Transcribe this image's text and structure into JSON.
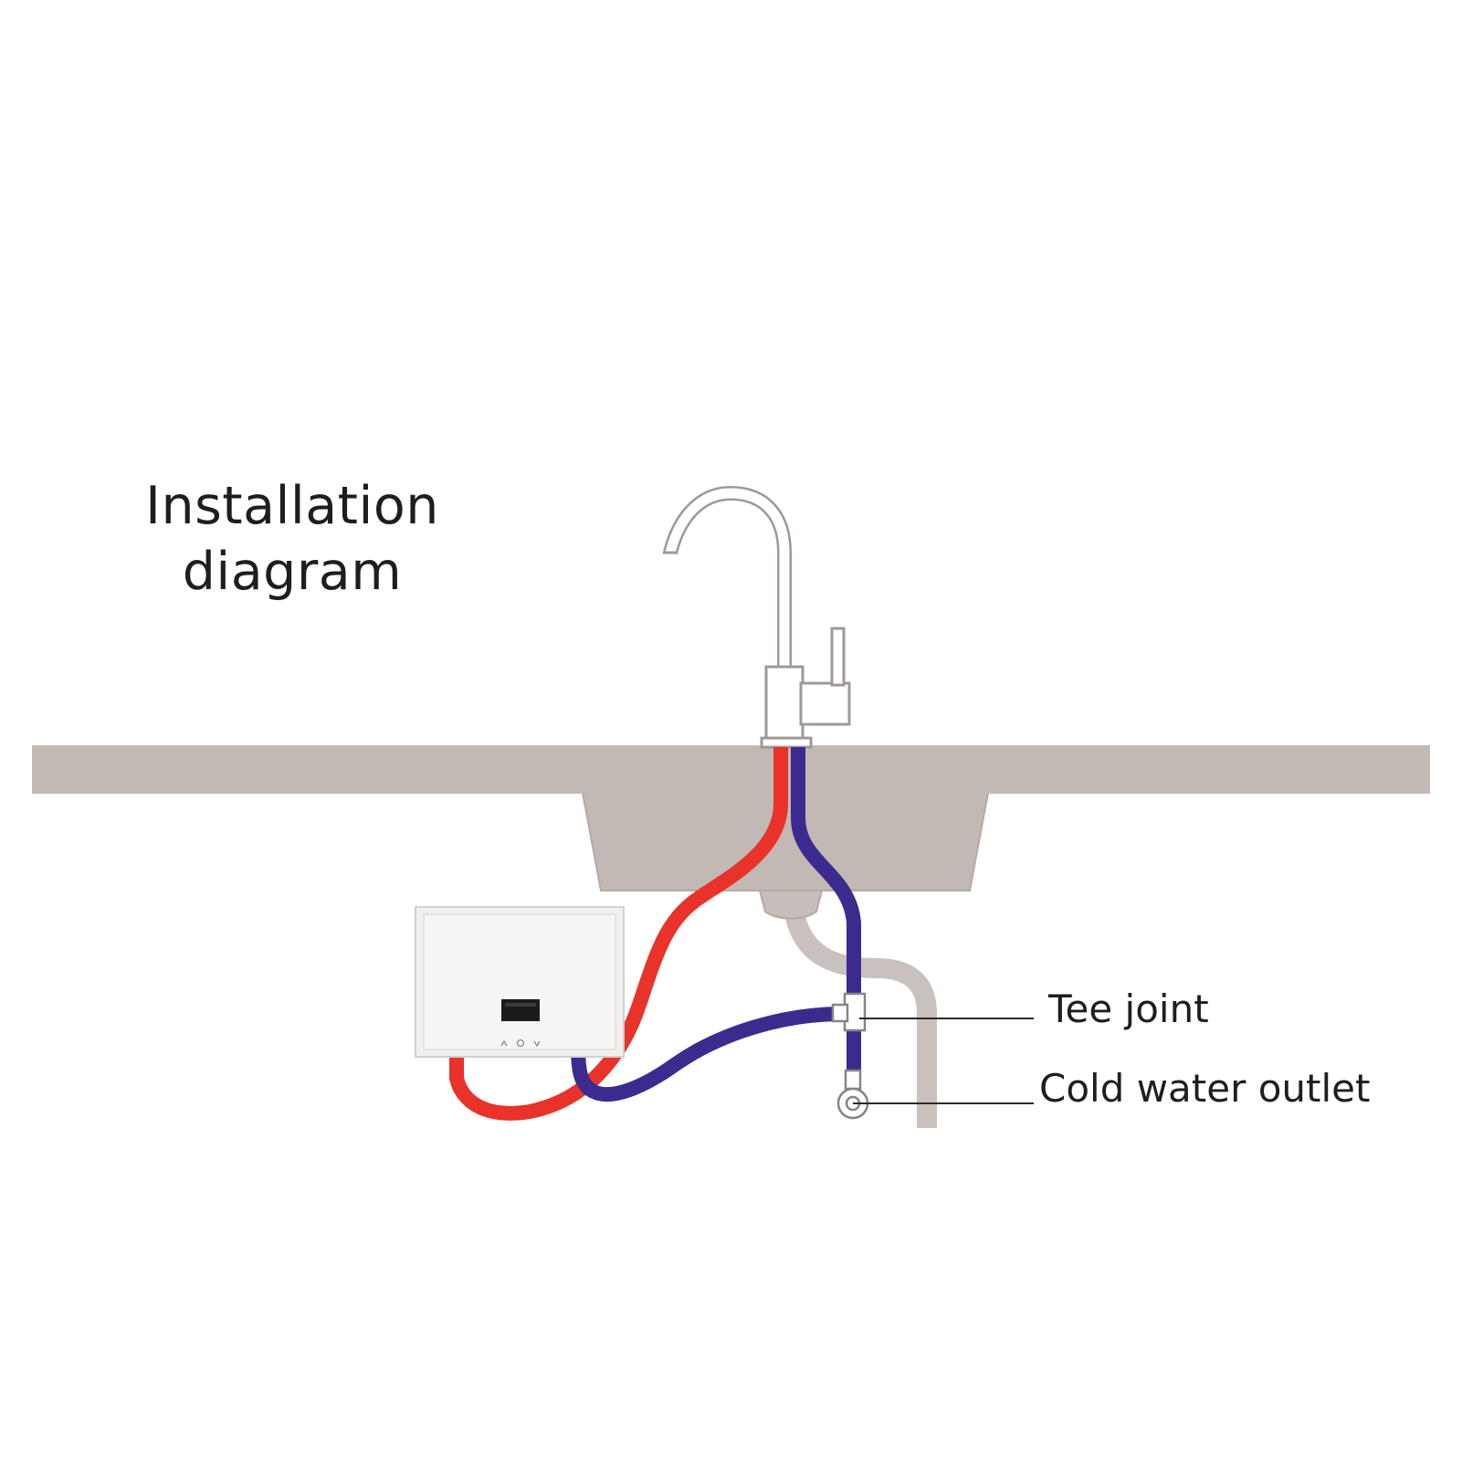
{
  "title": {
    "line1": "Installation",
    "line2": "diagram"
  },
  "labels": {
    "tee_joint": "Tee joint",
    "cold_water_outlet": "Cold water outlet"
  },
  "colors": {
    "hot_pipe": "#e8322a",
    "cold_pipe": "#3c2b8f",
    "countertop": "#c2b9b5",
    "faucet": "#9f9896",
    "drain_pipe": "#c9c1bd",
    "heater_body": "#f1f0ef",
    "heater_display": "#1b1b1b",
    "text": "#1e1e1e",
    "leader_line": "#2a2a2a"
  }
}
